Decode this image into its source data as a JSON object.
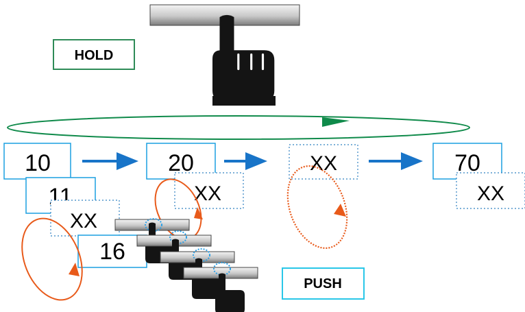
{
  "labels": {
    "hold": "HOLD",
    "push": "PUSH"
  },
  "boxes": {
    "b10": "10",
    "b20": "20",
    "b70": "70",
    "b11": "11",
    "b16": "16",
    "bxx_top": "XX",
    "bxx_20": "XX",
    "bxx_70": "XX",
    "bxx_11": "XX"
  },
  "colors": {
    "solid_box": "#1a9fe0",
    "dotted_box": "#2f80c0",
    "arrow_blue": "#1874c8",
    "loop_green": "#0f8a4a",
    "loop_red": "#e85a1a",
    "button_dark": "#8a8a8a",
    "button_light": "#e2e2e2",
    "hand": "#141414",
    "hold_border": "#2e8b57",
    "push_border": "#29c7e8"
  },
  "icons": {
    "hand": "pointing-hand-icon",
    "button": "push-button-icon"
  }
}
